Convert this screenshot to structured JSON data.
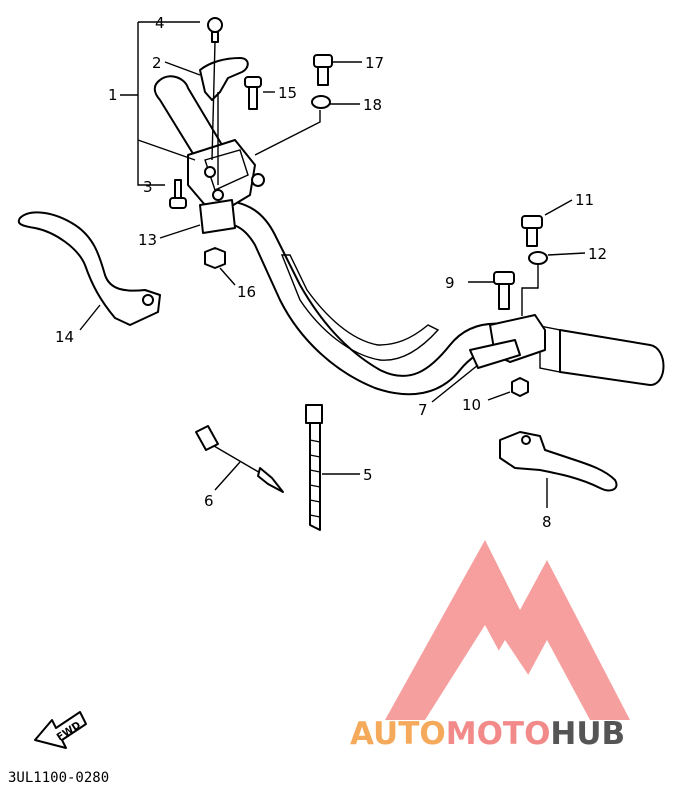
{
  "diagram_code": "3UL1100-0280",
  "fwd_label": "FWD",
  "watermark": {
    "part1": "AUTO",
    "part2": "MOTO",
    "part3": "HUB",
    "color1": "#f5a95b",
    "color2": "#f28a8a",
    "color3": "#555555",
    "logo_color": "#f47f7f"
  },
  "callouts": {
    "c1": "1",
    "c2": "2",
    "c3": "3",
    "c4": "4",
    "c5": "5",
    "c6": "6",
    "c7": "7",
    "c8": "8",
    "c9": "9",
    "c10": "10",
    "c11": "11",
    "c12": "12",
    "c13": "13",
    "c14": "14",
    "c15": "15",
    "c16": "16",
    "c17": "17",
    "c18": "18"
  }
}
